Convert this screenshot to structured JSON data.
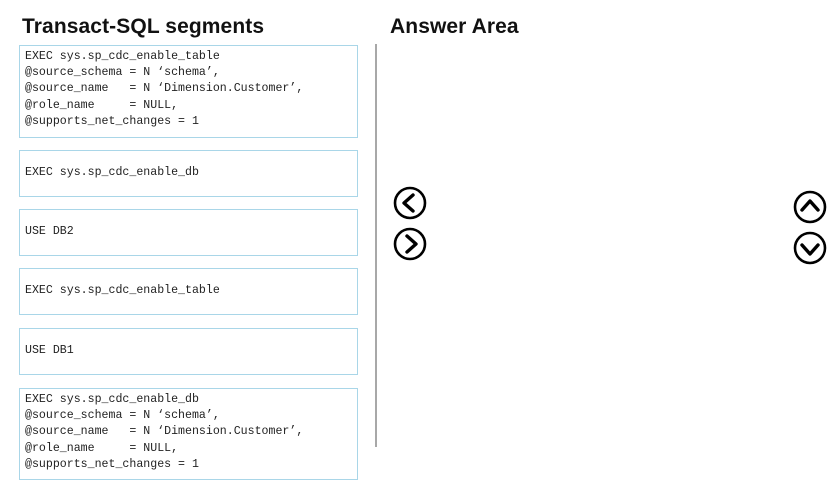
{
  "left_panel": {
    "title": "Transact-SQL segments",
    "segments": [
      {
        "code": "EXEC sys.sp_cdc_enable_table\n@source_schema = N ‘schema’,\n@source_name   = N ‘Dimension.Customer’,\n@role_name     = NULL,\n@supports_net_changes = 1"
      },
      {
        "code": "EXEC sys.sp_cdc_enable_db"
      },
      {
        "code": "USE DB2"
      },
      {
        "code": "EXEC sys.sp_cdc_enable_table"
      },
      {
        "code": "USE DB1"
      },
      {
        "code": "EXEC sys.sp_cdc_enable_db\n@source_schema = N ‘schema’,\n@source_name   = N ‘Dimension.Customer’,\n@role_name     = NULL,\n@supports_net_changes = 1"
      }
    ]
  },
  "right_panel": {
    "title": "Answer Area",
    "items": []
  },
  "controls": {
    "move_left": {
      "icon": "chevron-left-circle-icon"
    },
    "move_right": {
      "icon": "chevron-right-circle-icon"
    },
    "move_up": {
      "icon": "chevron-up-circle-icon"
    },
    "move_down": {
      "icon": "chevron-down-circle-icon"
    }
  },
  "colors": {
    "segment_border": "#a9d6e8",
    "divider": "#a8a8a8",
    "text": "#222222"
  }
}
